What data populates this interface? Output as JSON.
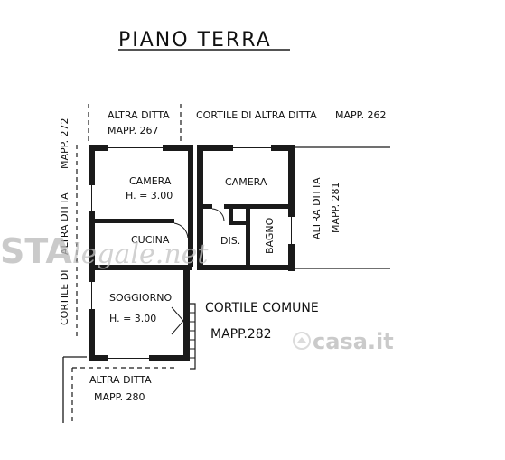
{
  "title": "PIANO TERRA",
  "labels": {
    "altra_ditta_267_line1": "ALTRA DITTA",
    "altra_ditta_267_line2": "MAPP. 267",
    "cortile_262": "CORTILE DI ALTRA DITTA",
    "mapp_262": "MAPP. 262",
    "mapp_272": "MAPP. 272",
    "altra_ditta_left": "ALTRA DITTA",
    "cortile_left": "CORTILE DI",
    "altra_ditta_281": "ALTRA DITTA",
    "mapp_281": "MAPP. 281",
    "camera_1": "CAMERA",
    "camera_1_height": "H. = 3.00",
    "camera_2": "CAMERA",
    "cucina": "CUCINA",
    "dis": "DIS.",
    "bagno": "BAGNO",
    "soggiorno": "SOGGIORNO",
    "soggiorno_height": "H. = 3.00",
    "cortile_comune": "CORTILE COMUNE",
    "mapp_282": "MAPP.282",
    "altra_ditta_280_line1": "ALTRA DITTA",
    "altra_ditta_280_line2": "MAPP. 280"
  },
  "watermarks": {
    "left_bold": "STA",
    "left_italic": "legale.net",
    "right": "casa.it"
  }
}
